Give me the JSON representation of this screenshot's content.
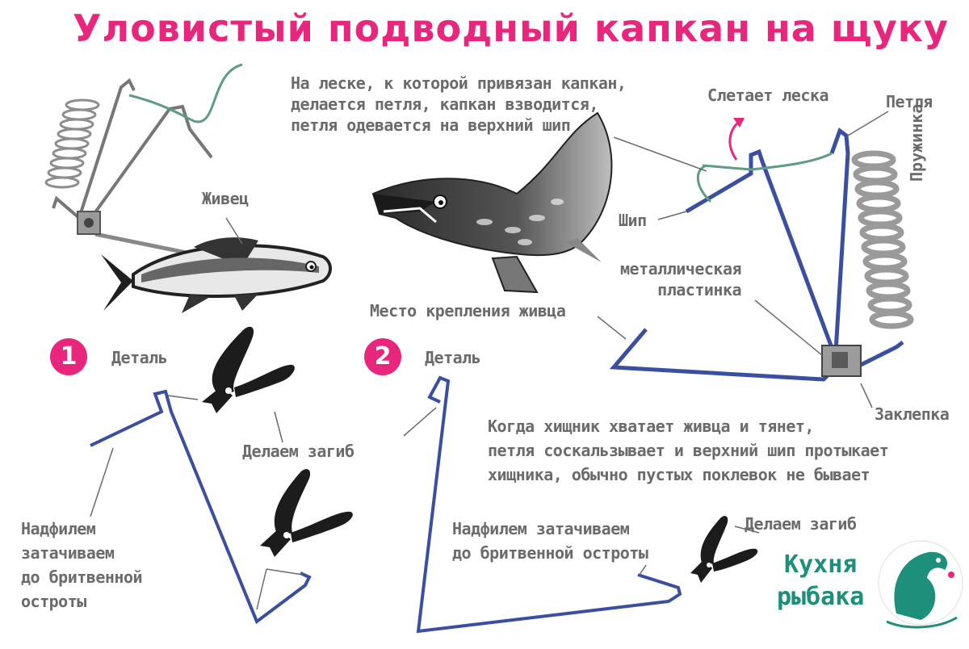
{
  "title": "Уловистый подводный капкан на щуку",
  "labels": {
    "zhivets": "Живец",
    "instruction_top": "На леске, к которой привязан капкан,\nделается петля, капкан взводится,\nпетля одевается на верхний шип",
    "sletaet_leska": "Слетает леска",
    "petlya": "Петля",
    "ship": "Шип",
    "metal_plate": "металлическая\nпластинка",
    "pruzhinka": "Пружинка",
    "attach_place": "Место крепления живца",
    "zaklepka": "Заклепка",
    "detal_1": "Деталь",
    "detal_2": "Деталь",
    "make_bend_1": "Делаем загиб",
    "make_bend_2": "Делаем загиб",
    "sharpen_1": "Надфилем\nзатачиваем\nдо бритвенной\nостроты",
    "sharpen_2": "Надфилем затачиваем\nдо бритвенной остроты",
    "when_predator": "Когда хищник хватает живца и тянет,\nпетля соскальзывает и верхний шип протыкает\nхищника, обычно пустых поклевок не бывает"
  },
  "steps": {
    "one": "1",
    "two": "2"
  },
  "logo": {
    "text": "Кухня\nрыбака"
  },
  "colors": {
    "pink": "#e8267d",
    "wire": "#3b4fa0",
    "gray_text": "#6b6b6b",
    "spring": "#9a9a9a",
    "line": "#5f9c86",
    "logo": "#1d8f7a"
  }
}
